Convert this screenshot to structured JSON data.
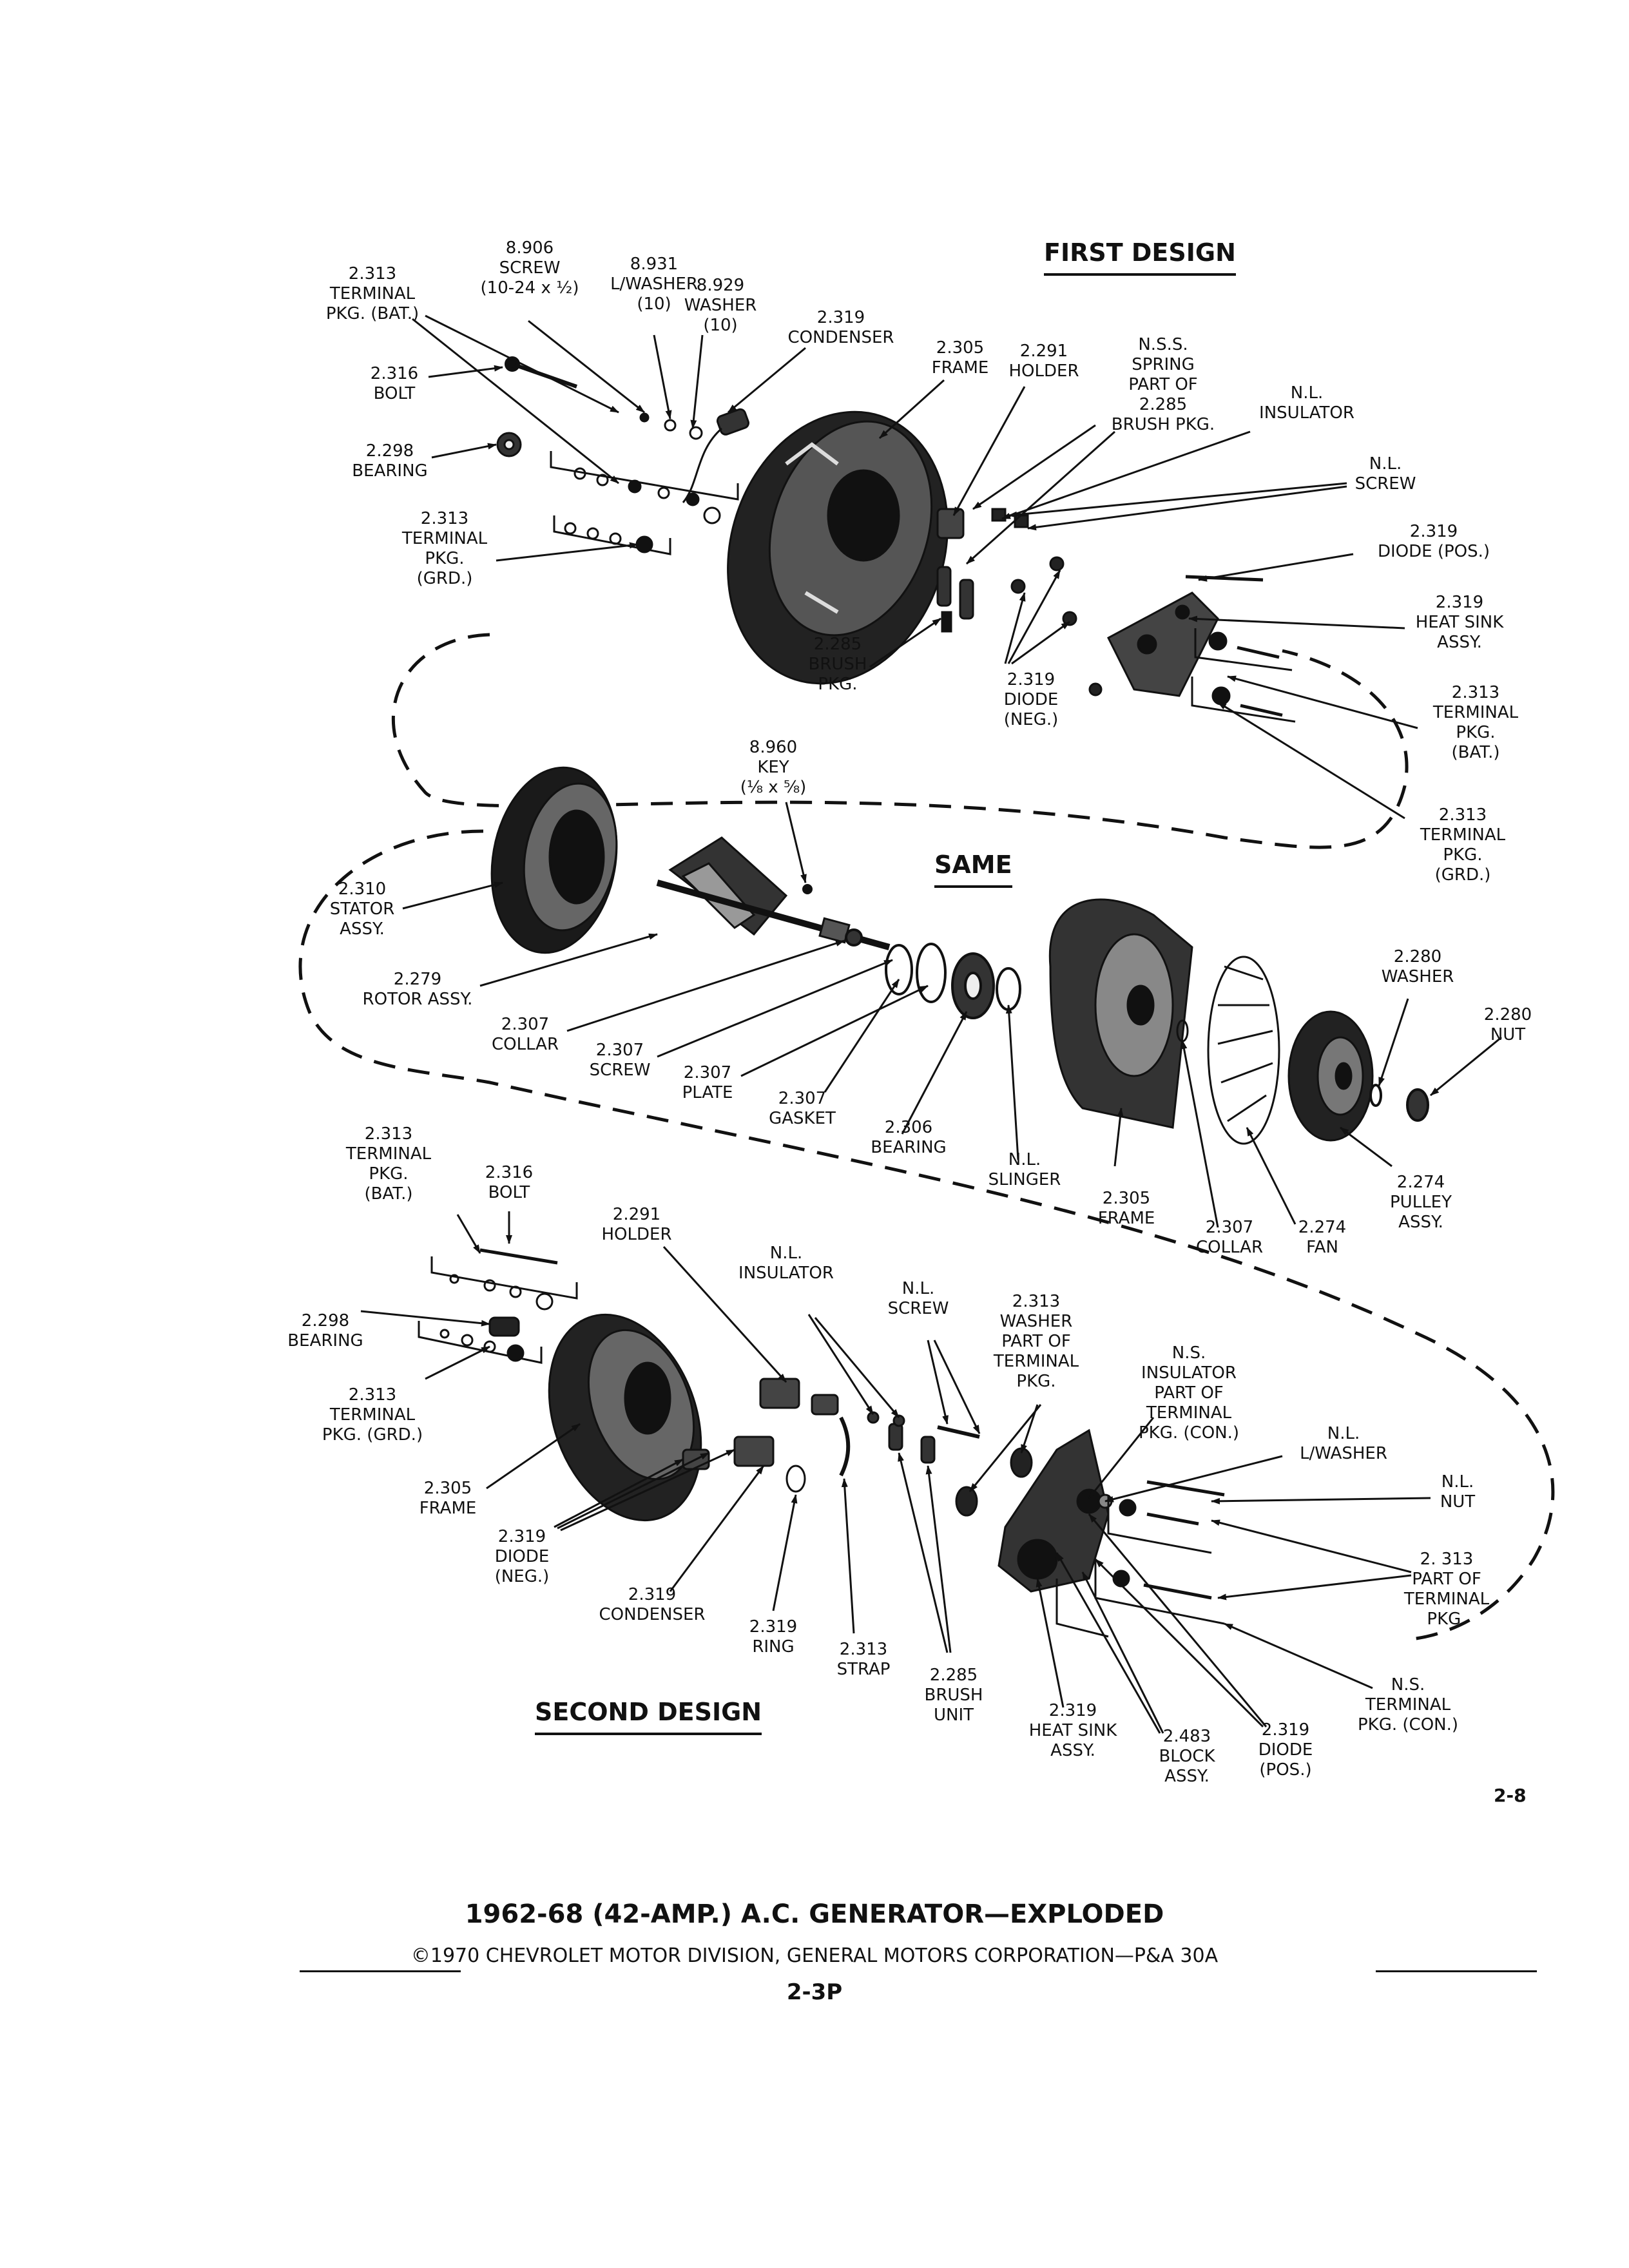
{
  "title": "1962-68 (42-AMP.) A.C. GENERATOR—EXPLODED",
  "copyright": "©1970 CHEVROLET MOTOR DIVISION, GENERAL MOTORS CORPORATION—P&A 30A",
  "page_number": "2-3P",
  "section_number": "2-8",
  "sections": {
    "first_design": "FIRST DESIGN",
    "same": "SAME",
    "second_design": "SECOND DESIGN"
  },
  "colors": {
    "ink": "#111111",
    "paper": "#ffffff"
  },
  "labels": [
    {
      "id": "lbl-first-terminal-bat",
      "lines": [
        "2.313",
        "TERMINAL",
        "PKG. (BAT.)"
      ]
    },
    {
      "id": "lbl-first-screw",
      "lines": [
        "8.906",
        "SCREW",
        "(10-24 x ½)"
      ]
    },
    {
      "id": "lbl-first-lwasher",
      "lines": [
        "8.931",
        "L/WASHER",
        "(10)"
      ]
    },
    {
      "id": "lbl-first-washer",
      "lines": [
        "8.929",
        "WASHER",
        "(10)"
      ]
    },
    {
      "id": "lbl-first-condenser",
      "lines": [
        "2.319",
        "CONDENSER"
      ]
    },
    {
      "id": "lbl-first-frame",
      "lines": [
        "2.305",
        "FRAME"
      ]
    },
    {
      "id": "lbl-first-holder",
      "lines": [
        "2.291",
        "HOLDER"
      ]
    },
    {
      "id": "lbl-first-spring",
      "lines": [
        "N.S.S.",
        "SPRING",
        "PART OF",
        "2.285",
        "BRUSH PKG."
      ]
    },
    {
      "id": "lbl-first-insulator",
      "lines": [
        "N.L.",
        "INSULATOR"
      ]
    },
    {
      "id": "lbl-first-bolt",
      "lines": [
        "2.316",
        "BOLT"
      ]
    },
    {
      "id": "lbl-first-bearing",
      "lines": [
        "2.298",
        "BEARING"
      ]
    },
    {
      "id": "lbl-first-nl-screw",
      "lines": [
        "N.L.",
        "SCREW"
      ]
    },
    {
      "id": "lbl-first-diode-pos",
      "lines": [
        "2.319",
        "DIODE (POS.)"
      ]
    },
    {
      "id": "lbl-first-terminal-grd",
      "lines": [
        "2.313",
        "TERMINAL",
        "PKG.",
        "(GRD.)"
      ]
    },
    {
      "id": "lbl-first-heat-sink",
      "lines": [
        "2.319",
        "HEAT SINK",
        "ASSY."
      ]
    },
    {
      "id": "lbl-first-brush",
      "lines": [
        "2.285",
        "BRUSH",
        "PKG."
      ]
    },
    {
      "id": "lbl-first-diode-neg",
      "lines": [
        "2.319",
        "DIODE",
        "(NEG.)"
      ]
    },
    {
      "id": "lbl-first-terminal-bat-right",
      "lines": [
        "2.313",
        "TERMINAL",
        "PKG.",
        "(BAT.)"
      ]
    },
    {
      "id": "lbl-same-key",
      "lines": [
        "8.960",
        "KEY",
        "(⅛ x ⅝)"
      ]
    },
    {
      "id": "lbl-same-terminal-grd",
      "lines": [
        "2.313",
        "TERMINAL",
        "PKG.",
        "(GRD.)"
      ]
    },
    {
      "id": "lbl-same-stator",
      "lines": [
        "2.310",
        "STATOR",
        "ASSY."
      ]
    },
    {
      "id": "lbl-same-washer",
      "lines": [
        "2.280",
        "WASHER"
      ]
    },
    {
      "id": "lbl-same-nut",
      "lines": [
        "2.280",
        "NUT"
      ]
    },
    {
      "id": "lbl-same-rotor",
      "lines": [
        "2.279",
        "ROTOR ASSY."
      ]
    },
    {
      "id": "lbl-same-collar-left",
      "lines": [
        "2.307",
        "COLLAR"
      ]
    },
    {
      "id": "lbl-same-screw",
      "lines": [
        "2.307",
        "SCREW"
      ]
    },
    {
      "id": "lbl-same-plate",
      "lines": [
        "2.307",
        "PLATE"
      ]
    },
    {
      "id": "lbl-same-gasket",
      "lines": [
        "2.307",
        "GASKET"
      ]
    },
    {
      "id": "lbl-same-bearing",
      "lines": [
        "2.306",
        "BEARING"
      ]
    },
    {
      "id": "lbl-same-slinger",
      "lines": [
        "N.L.",
        "SLINGER"
      ]
    },
    {
      "id": "lbl-same-frame",
      "lines": [
        "2.305",
        "FRAME"
      ]
    },
    {
      "id": "lbl-same-collar-right",
      "lines": [
        "2.307",
        "COLLAR"
      ]
    },
    {
      "id": "lbl-same-fan",
      "lines": [
        "2.274",
        "FAN"
      ]
    },
    {
      "id": "lbl-same-pulley",
      "lines": [
        "2.274",
        "PULLEY",
        "ASSY."
      ]
    },
    {
      "id": "lbl-second-terminal-bat",
      "lines": [
        "2.313",
        "TERMINAL",
        "PKG.",
        "(BAT.)"
      ]
    },
    {
      "id": "lbl-second-bolt",
      "lines": [
        "2.316",
        "BOLT"
      ]
    },
    {
      "id": "lbl-second-holder",
      "lines": [
        "2.291",
        "HOLDER"
      ]
    },
    {
      "id": "lbl-second-insulator",
      "lines": [
        "N.L.",
        "INSULATOR"
      ]
    },
    {
      "id": "lbl-second-nl-screw",
      "lines": [
        "N.L.",
        "SCREW"
      ]
    },
    {
      "id": "lbl-second-washer-terminal",
      "lines": [
        "2.313",
        "WASHER",
        "PART OF",
        "TERMINAL",
        "PKG."
      ]
    },
    {
      "id": "lbl-second-insulator-con",
      "lines": [
        "N.S.",
        "INSULATOR",
        "PART OF",
        "TERMINAL",
        "PKG. (CON.)"
      ]
    },
    {
      "id": "lbl-second-lwasher",
      "lines": [
        "N.L.",
        "L/WASHER"
      ]
    },
    {
      "id": "lbl-second-nut",
      "lines": [
        "N.L.",
        "NUT"
      ]
    },
    {
      "id": "lbl-second-bearing",
      "lines": [
        "2.298",
        "BEARING"
      ]
    },
    {
      "id": "lbl-second-terminal-grd",
      "lines": [
        "2.313",
        "TERMINAL",
        "PKG. (GRD.)"
      ]
    },
    {
      "id": "lbl-second-frame",
      "lines": [
        "2.305",
        "FRAME"
      ]
    },
    {
      "id": "lbl-second-diode-neg",
      "lines": [
        "2.319",
        "DIODE",
        "(NEG.)"
      ]
    },
    {
      "id": "lbl-second-condenser",
      "lines": [
        "2.319",
        "CONDENSER"
      ]
    },
    {
      "id": "lbl-second-ring",
      "lines": [
        "2.319",
        "RING"
      ]
    },
    {
      "id": "lbl-second-strap",
      "lines": [
        "2.313",
        "STRAP"
      ]
    },
    {
      "id": "lbl-second-brush",
      "lines": [
        "2.285",
        "BRUSH",
        "UNIT"
      ]
    },
    {
      "id": "lbl-second-heat-sink",
      "lines": [
        "2.319",
        "HEAT SINK",
        "ASSY."
      ]
    },
    {
      "id": "lbl-second-block",
      "lines": [
        "2.483",
        "BLOCK",
        "ASSY."
      ]
    },
    {
      "id": "lbl-second-diode-pos",
      "lines": [
        "2.319",
        "DIODE",
        "(POS.)"
      ]
    },
    {
      "id": "lbl-second-part-terminal",
      "lines": [
        "2. 313",
        "PART OF",
        "TERMINAL",
        "PKG."
      ]
    },
    {
      "id": "lbl-second-terminal-con",
      "lines": [
        "N.S.",
        "TERMINAL",
        "PKG. (CON.)"
      ]
    }
  ]
}
